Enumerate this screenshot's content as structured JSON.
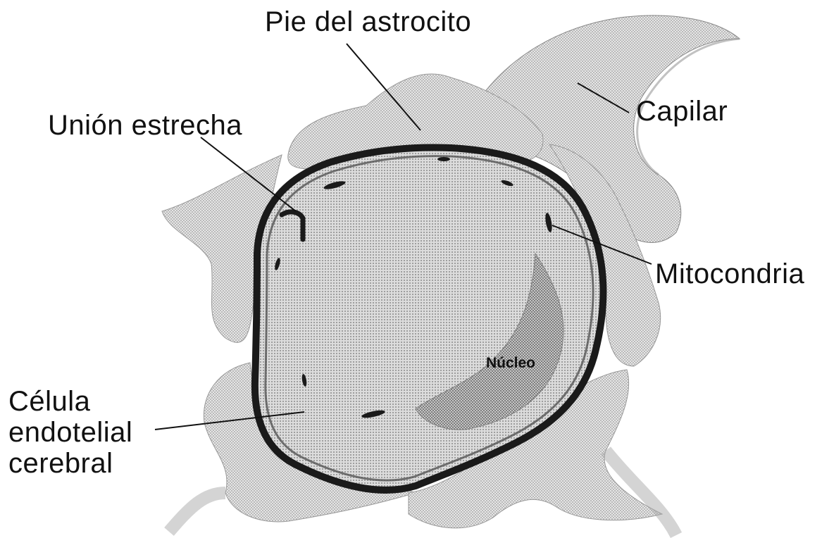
{
  "labels": {
    "astrocyte_foot": "Pie del astrocito",
    "capillary": "Capilar",
    "tight_junction": "Unión estrecha",
    "mitochondria": "Mitocondria",
    "nucleus": "Núcleo",
    "endothelial_cell": [
      "Célula",
      "endotelial",
      "cerebral"
    ]
  },
  "colors": {
    "outline": "#1a1a1a",
    "fill_light": "#d9d9d9",
    "fill_mid": "#b8b8b8",
    "fill_dark": "#8c8c8c"
  }
}
